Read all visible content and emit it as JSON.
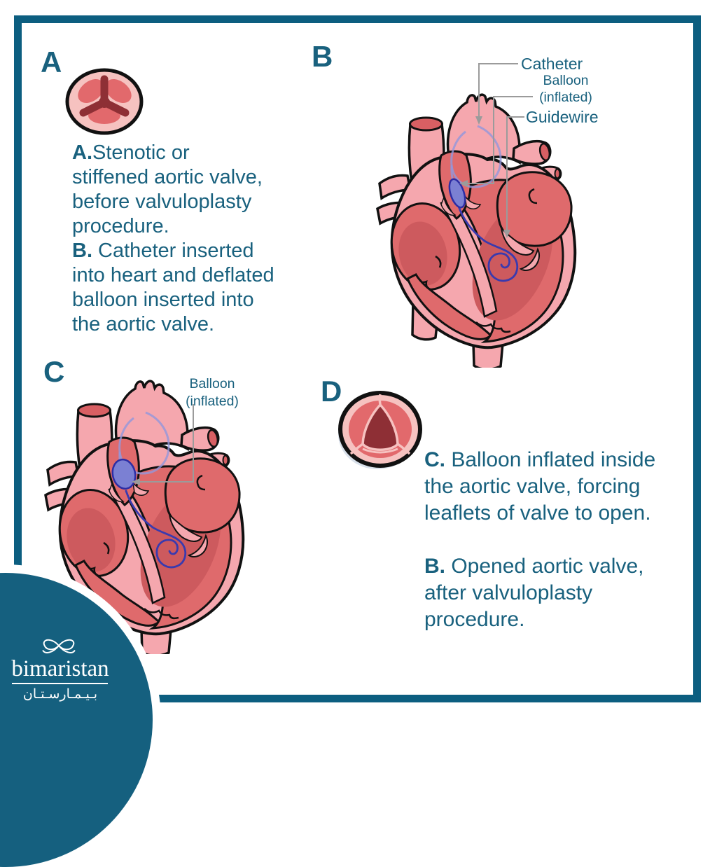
{
  "palette": {
    "frame_teal": "#0C5E80",
    "text_teal": "#19617E",
    "leader_gray": "#9B9B9B",
    "heart_pink": "#F5A7AE",
    "chamber_red": "#DF6A6C",
    "inner_red": "#CD5A5E",
    "cut_red": "#D85F63",
    "valve_ring_pink": "#F6C2C0",
    "leaflet_red": "#E2696C",
    "dark_red_center": "#8E2F35",
    "balloon_purple": "#7B80D3",
    "balloon_outline": "#2D2DA4",
    "catheter_blue": "#3A3AAE",
    "logo_disc_teal": "#15607F"
  },
  "panels": {
    "a": {
      "letter": "A"
    },
    "b": {
      "letter": "B"
    },
    "c": {
      "letter": "C"
    },
    "d": {
      "letter": "D"
    }
  },
  "labels": {
    "catheter": "Catheter",
    "balloon_line1": "Balloon",
    "balloon_line2": "(inflated)",
    "guidewire": "Guidewire",
    "c_balloon_line1": "Balloon",
    "c_balloon_line2": "(inflated)"
  },
  "captions": {
    "block1": [
      {
        "prefix": "A.",
        "text": "Stenotic or"
      },
      {
        "text": "stiffened aortic valve,"
      },
      {
        "text": "before valvuloplasty"
      },
      {
        "text": "procedure."
      },
      {
        "prefix": "B.",
        "text": " Catheter inserted"
      },
      {
        "text": "into heart and deflated"
      },
      {
        "text": "balloon inserted into"
      },
      {
        "text": "the aortic valve."
      }
    ],
    "block2": [
      {
        "prefix": "C.",
        "text": " Balloon inflated inside"
      },
      {
        "text": "the aortic valve, forcing"
      },
      {
        "text": "leaflets of valve to open."
      },
      {
        "blank": true
      },
      {
        "prefix": "B.",
        "text": " Opened aortic valve,"
      },
      {
        "text": "after valvuloplasty"
      },
      {
        "text": "procedure."
      }
    ]
  },
  "logo": {
    "name": "bimaristan",
    "arabic": "بـيـمـارسـتـان"
  }
}
